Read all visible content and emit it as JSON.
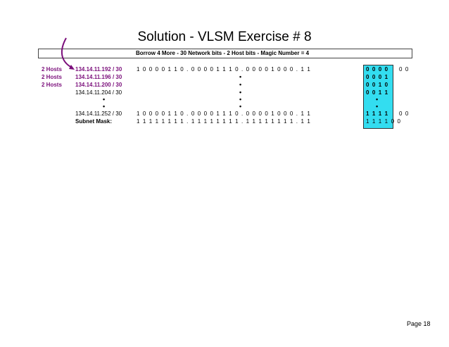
{
  "title": "Solution - VLSM Exercise # 8",
  "header_bar": "Borrow 4 More - 30 Network bits - 2 Host bits - Magic Number = 4",
  "hosts": [
    "2 Hosts",
    "2 Hosts",
    "2 Hosts"
  ],
  "networks": [
    "134.14.11.192 / 30",
    "134.14.11.196 / 30",
    "134.14.11.200 / 30",
    "134.14.11.204 / 30"
  ],
  "last_network": "134.14.11.252 / 30",
  "subnet_mask_label": "Subnet Mask:",
  "bits_row1": "1  0  0  0  0  1  1  0  .  0  0  0  0  1  1  1  0  .  0  0  0  0  1  0  0  0  .  1  1",
  "bits_row1_tail": "0  0",
  "bits_last": "1  0  0  0  0  1  1  0  .  0  0  0  0  1  1  1  0  .  0  0  0  0  1  0  0  0  .  1  1",
  "bits_last_tail": "0  0",
  "bits_mask": "1  1  1  1  1  1  1  1  .  1  1  1  1  1  1  1  1  .  1  1  1  1  1  1  1  1  .  1  1",
  "bits_mask_tail": "1  1  1  1  0  0",
  "subnet_bits": [
    "0  0  0  0",
    "0  0  0  1",
    "0  0  1  0",
    "0  0  1  1"
  ],
  "subnet_bits_last": "1  1  1  1",
  "page_label": "Page 18",
  "colors": {
    "highlight": "#33ddf0",
    "purple": "#7b0f7b"
  }
}
